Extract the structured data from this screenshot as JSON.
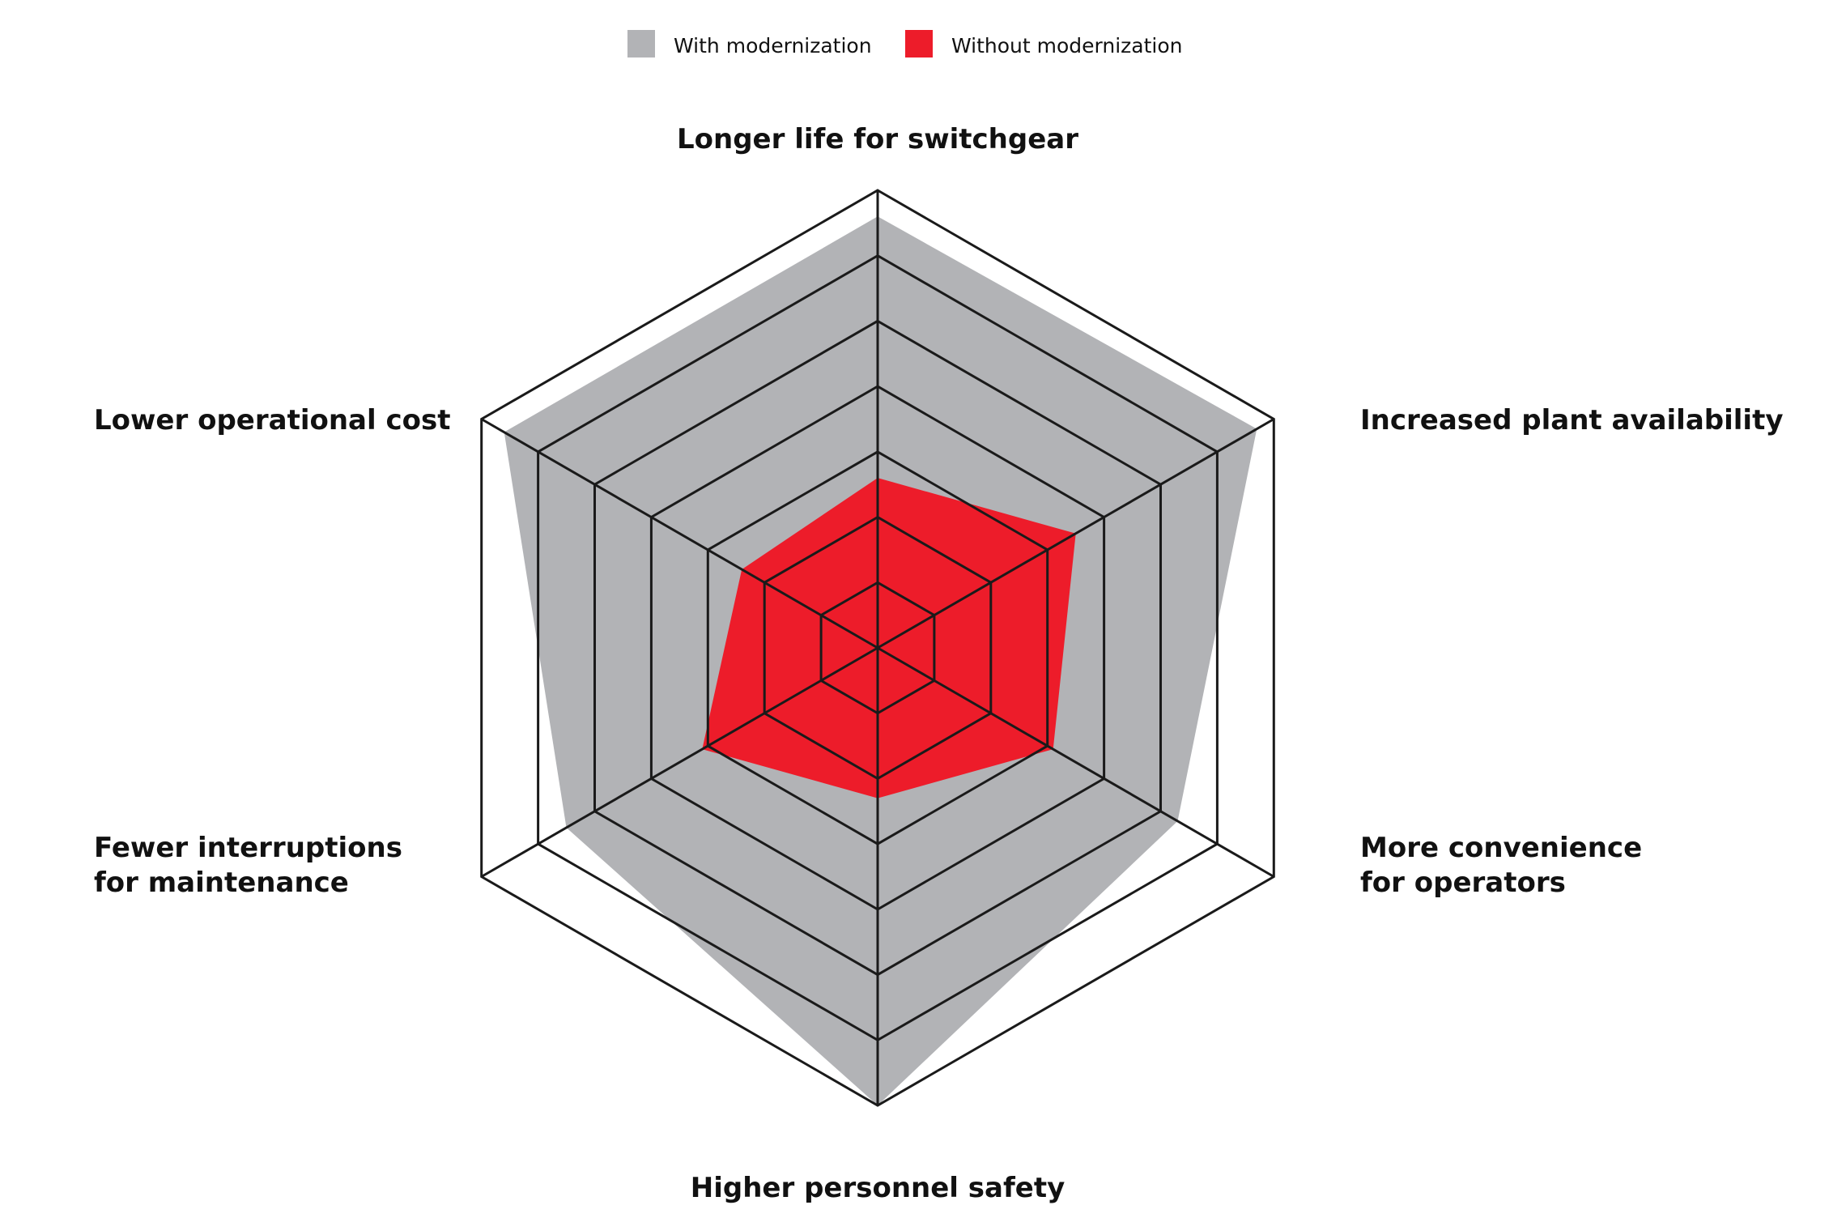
{
  "chart_data": {
    "type": "radar",
    "title": "",
    "axes": [
      {
        "label_lines": [
          "Longer life for switchgear"
        ]
      },
      {
        "label_lines": [
          "Increased plant availability"
        ]
      },
      {
        "label_lines": [
          "More convenience",
          "for operators"
        ]
      },
      {
        "label_lines": [
          "Higher personnel safety"
        ]
      },
      {
        "label_lines": [
          "Fewer interruptions",
          "for maintenance"
        ]
      },
      {
        "label_lines": [
          "Lower operational cost"
        ]
      }
    ],
    "rlim": [
      0,
      7
    ],
    "rings": 7,
    "grid": true,
    "legend": {
      "position": "top-center"
    },
    "series": [
      {
        "name": "With modernization",
        "color": "#b2b3b6",
        "values": [
          6.6,
          6.7,
          5.3,
          7.0,
          5.5,
          6.6
        ]
      },
      {
        "name": "Without modernization",
        "color": "#ed1c2a",
        "values": [
          2.6,
          3.5,
          3.1,
          2.3,
          3.1,
          2.4
        ]
      }
    ]
  }
}
